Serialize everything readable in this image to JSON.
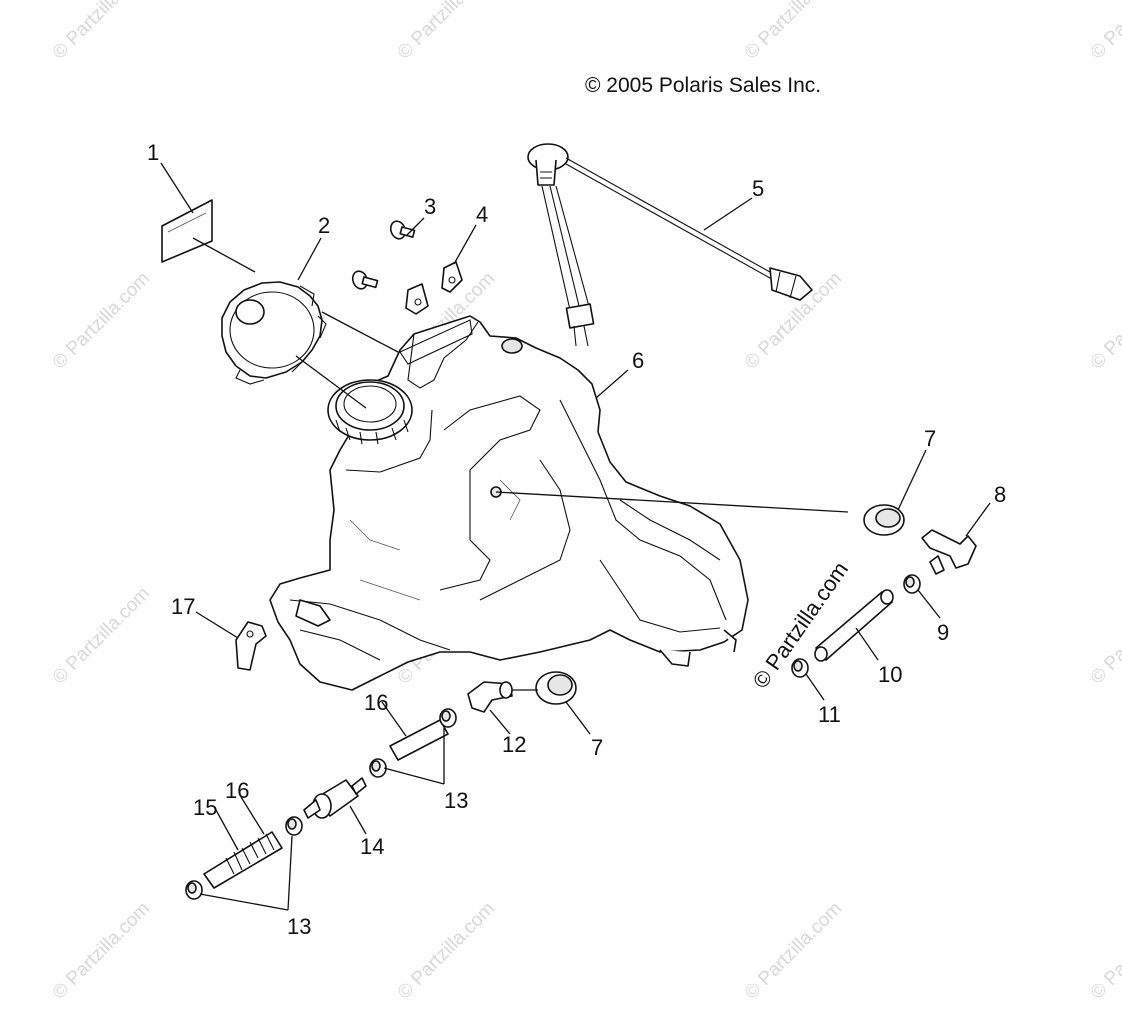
{
  "copyright": "© 2005 Polaris Sales Inc.",
  "watermark": "© Partzilla.com",
  "callouts": {
    "c1": "1",
    "c2": "2",
    "c3": "3",
    "c4": "4",
    "c5": "5",
    "c6": "6",
    "c7a": "7",
    "c7b": "7",
    "c8": "8",
    "c9": "9",
    "c10": "10",
    "c11": "11",
    "c12": "12",
    "c13a": "13",
    "c13b": "13",
    "c14": "14",
    "c15": "15",
    "c16a": "16",
    "c16b": "16",
    "c17": "17"
  },
  "colors": {
    "line": "#111111",
    "watermark": "#b8b8b8",
    "background": "#ffffff"
  }
}
